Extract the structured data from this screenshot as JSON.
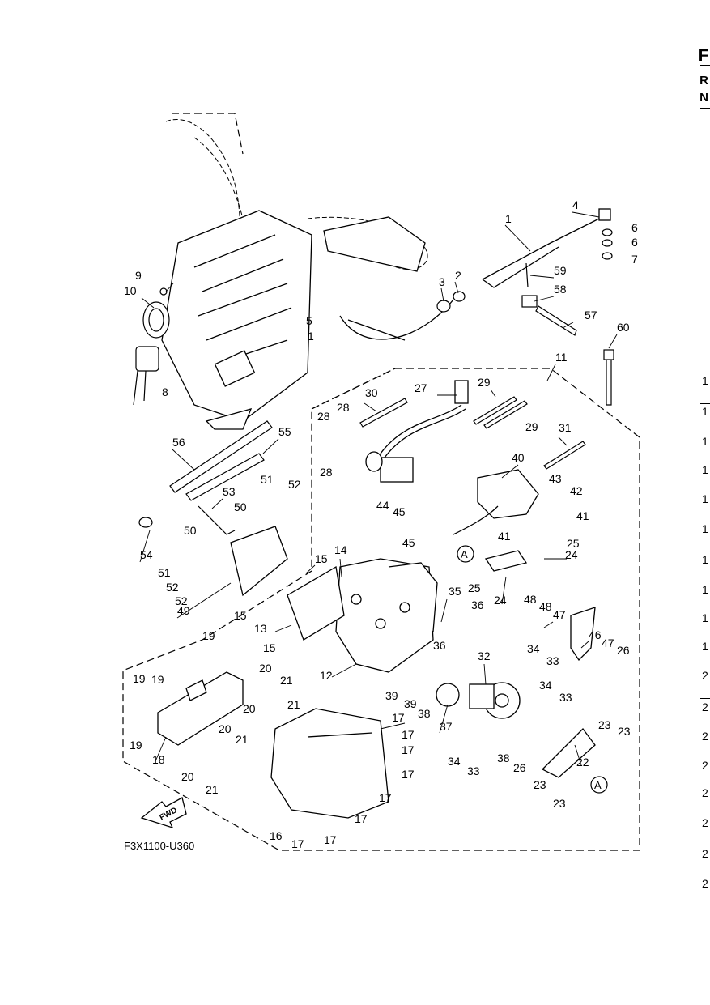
{
  "diagram": {
    "code": "F3X1100-U360",
    "fwd_label": "FWD",
    "ref_marker": "A",
    "part_labels": [
      {
        "n": "1"
      },
      {
        "n": "2"
      },
      {
        "n": "3"
      },
      {
        "n": "4"
      },
      {
        "n": "5"
      },
      {
        "n": "6"
      },
      {
        "n": "7"
      },
      {
        "n": "8"
      },
      {
        "n": "9"
      },
      {
        "n": "10"
      },
      {
        "n": "11"
      },
      {
        "n": "12"
      },
      {
        "n": "13"
      },
      {
        "n": "14"
      },
      {
        "n": "15"
      },
      {
        "n": "16"
      },
      {
        "n": "17"
      },
      {
        "n": "18"
      },
      {
        "n": "19"
      },
      {
        "n": "20"
      },
      {
        "n": "21"
      },
      {
        "n": "22"
      },
      {
        "n": "23"
      },
      {
        "n": "24"
      },
      {
        "n": "25"
      },
      {
        "n": "26"
      },
      {
        "n": "27"
      },
      {
        "n": "28"
      },
      {
        "n": "29"
      },
      {
        "n": "30"
      },
      {
        "n": "31"
      },
      {
        "n": "32"
      },
      {
        "n": "33"
      },
      {
        "n": "34"
      },
      {
        "n": "35"
      },
      {
        "n": "36"
      },
      {
        "n": "37"
      },
      {
        "n": "38"
      },
      {
        "n": "39"
      },
      {
        "n": "40"
      },
      {
        "n": "41"
      },
      {
        "n": "42"
      },
      {
        "n": "43"
      },
      {
        "n": "44"
      },
      {
        "n": "45"
      },
      {
        "n": "46"
      },
      {
        "n": "47"
      },
      {
        "n": "48"
      },
      {
        "n": "49"
      },
      {
        "n": "50"
      },
      {
        "n": "51"
      },
      {
        "n": "52"
      },
      {
        "n": "53"
      },
      {
        "n": "54"
      },
      {
        "n": "55"
      },
      {
        "n": "56"
      },
      {
        "n": "57"
      },
      {
        "n": "58"
      },
      {
        "n": "59"
      },
      {
        "n": "60"
      }
    ]
  },
  "edge": {
    "letters": [
      "F",
      "R",
      "N"
    ],
    "digits": [
      "1",
      "1",
      "1",
      "1",
      "1",
      "1",
      "1",
      "1",
      "1",
      "1",
      "2",
      "2",
      "2",
      "2",
      "2",
      "2",
      "2",
      "2"
    ]
  }
}
